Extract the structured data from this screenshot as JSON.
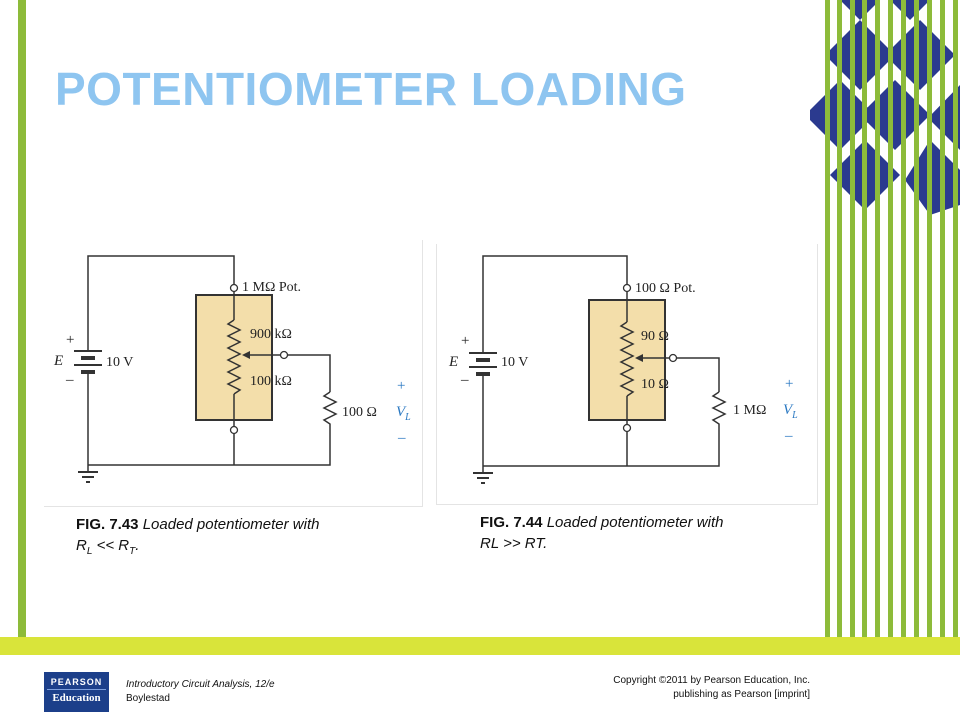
{
  "slide": {
    "title": "POTENTIOMETER LOADING"
  },
  "fig43": {
    "caption_num": "FIG. 7.43",
    "caption_text1": " Loaded potentiometer with",
    "caption_r": "R",
    "caption_sub_l": "L",
    "caption_mid": " << R",
    "caption_sub_t": "T",
    "caption_end": ".",
    "pot_label": "1 MΩ  Pot.",
    "upper_label": "900 kΩ",
    "lower_label": "100 kΩ",
    "load_label": "100 Ω",
    "source_label": "E",
    "source_value": "10 V",
    "plus": "+",
    "minus": "–",
    "vl_v": "V",
    "vl_sub": "L",
    "vl_plus": "+",
    "vl_minus": "–"
  },
  "fig44": {
    "caption_num": "FIG. 7.44",
    "caption_text1": " Loaded potentiometer with",
    "caption_text2": "RL >> RT.",
    "pot_label": "100 Ω  Pot.",
    "upper_label": "90 Ω",
    "lower_label": "10 Ω",
    "load_label": "1 MΩ",
    "source_label": "E",
    "source_value": "10 V",
    "plus": "+",
    "minus": "–",
    "vl_v": "V",
    "vl_sub": "L",
    "vl_plus": "+",
    "vl_minus": "–"
  },
  "footer": {
    "logo_top": "PEARSON",
    "logo_bottom": "Education",
    "book_title": "Introductory Circuit Analysis, 12/e",
    "book_author": "Boylestad",
    "copyright_line1": "Copyright ©2011 by Pearson Education, Inc.",
    "copyright_line2": "publishing as Pearson [imprint]"
  },
  "colors": {
    "title": "#8ec5f0",
    "green_bar": "#8dbb3a",
    "lime_band": "#d9e43a",
    "navy_diamond": "#2b3a8f",
    "pot_fill": "#f3deaa",
    "wire": "#333333",
    "vl_blue": "#2a78c2"
  }
}
